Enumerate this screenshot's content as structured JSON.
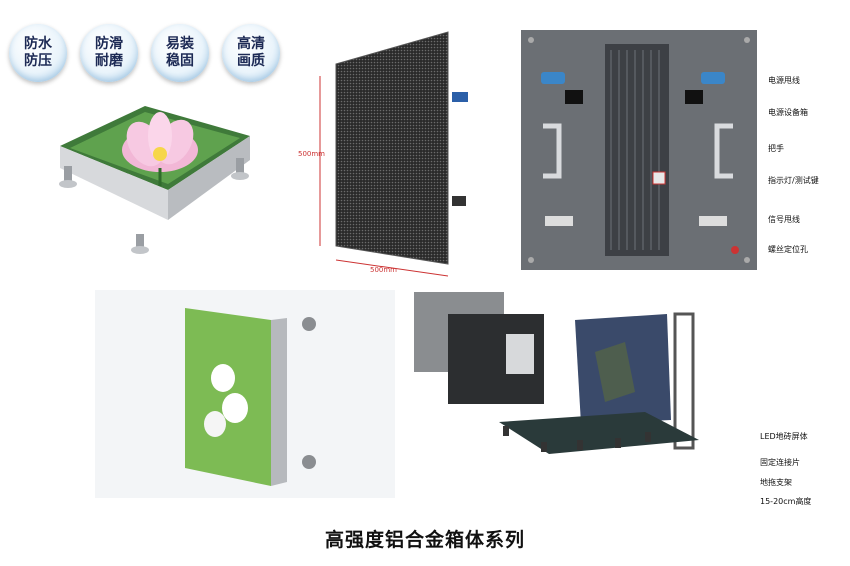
{
  "badges": [
    {
      "line1": "防水",
      "line2": "防压"
    },
    {
      "line1": "防滑",
      "line2": "耐磨"
    },
    {
      "line1": "易装",
      "line2": "稳固"
    },
    {
      "line1": "高清",
      "line2": "画质"
    }
  ],
  "dimensions": {
    "height": "500mm",
    "width": "500mm"
  },
  "back_panel_callouts": [
    "电源甩线",
    "电源设备箱",
    "把手",
    "指示灯/测试键",
    "信号甩线",
    "螺丝定位孔"
  ],
  "floor_callouts": [
    "LED地砖屏体",
    "固定连接片",
    "地拖支架",
    "15-20cm高度"
  ],
  "title": "高强度铝合金箱体系列"
}
